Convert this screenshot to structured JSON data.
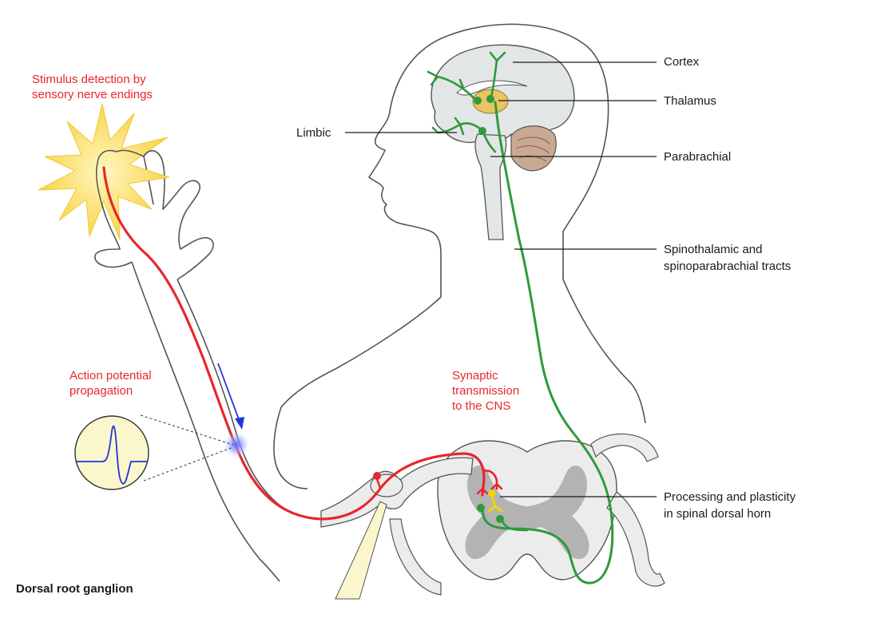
{
  "labels": {
    "stimulus_line1": "Stimulus detection by",
    "stimulus_line2": "sensory nerve endings",
    "action_line1": "Action potential",
    "action_line2": "propagation",
    "synaptic_line1": "Synaptic",
    "synaptic_line2": "transmission",
    "synaptic_line3": "to the CNS",
    "cortex": "Cortex",
    "thalamus": "Thalamus",
    "limbic": "Limbic",
    "parabrachial": "Parabrachial",
    "tracts_line1": "Spinothalamic and",
    "tracts_line2": "spinoparabrachial tracts",
    "processing_line1": "Processing and plasticity",
    "processing_line2": "in spinal dorsal horn",
    "drg": "Dorsal root ganglion"
  },
  "colors": {
    "nociceptor": "#e8262b",
    "ascending_tract": "#2e9a3c",
    "interneuron": "#f5d300",
    "direction_arrow": "#2233dd",
    "outline": "#555555",
    "brain_fill": "#e3e6e6",
    "thalamus_fill": "#e9c461",
    "grey_matter": "#b3b3b3",
    "stimulus_burst": "#fbe27a",
    "waveform_bg": "#fbf6cc"
  }
}
